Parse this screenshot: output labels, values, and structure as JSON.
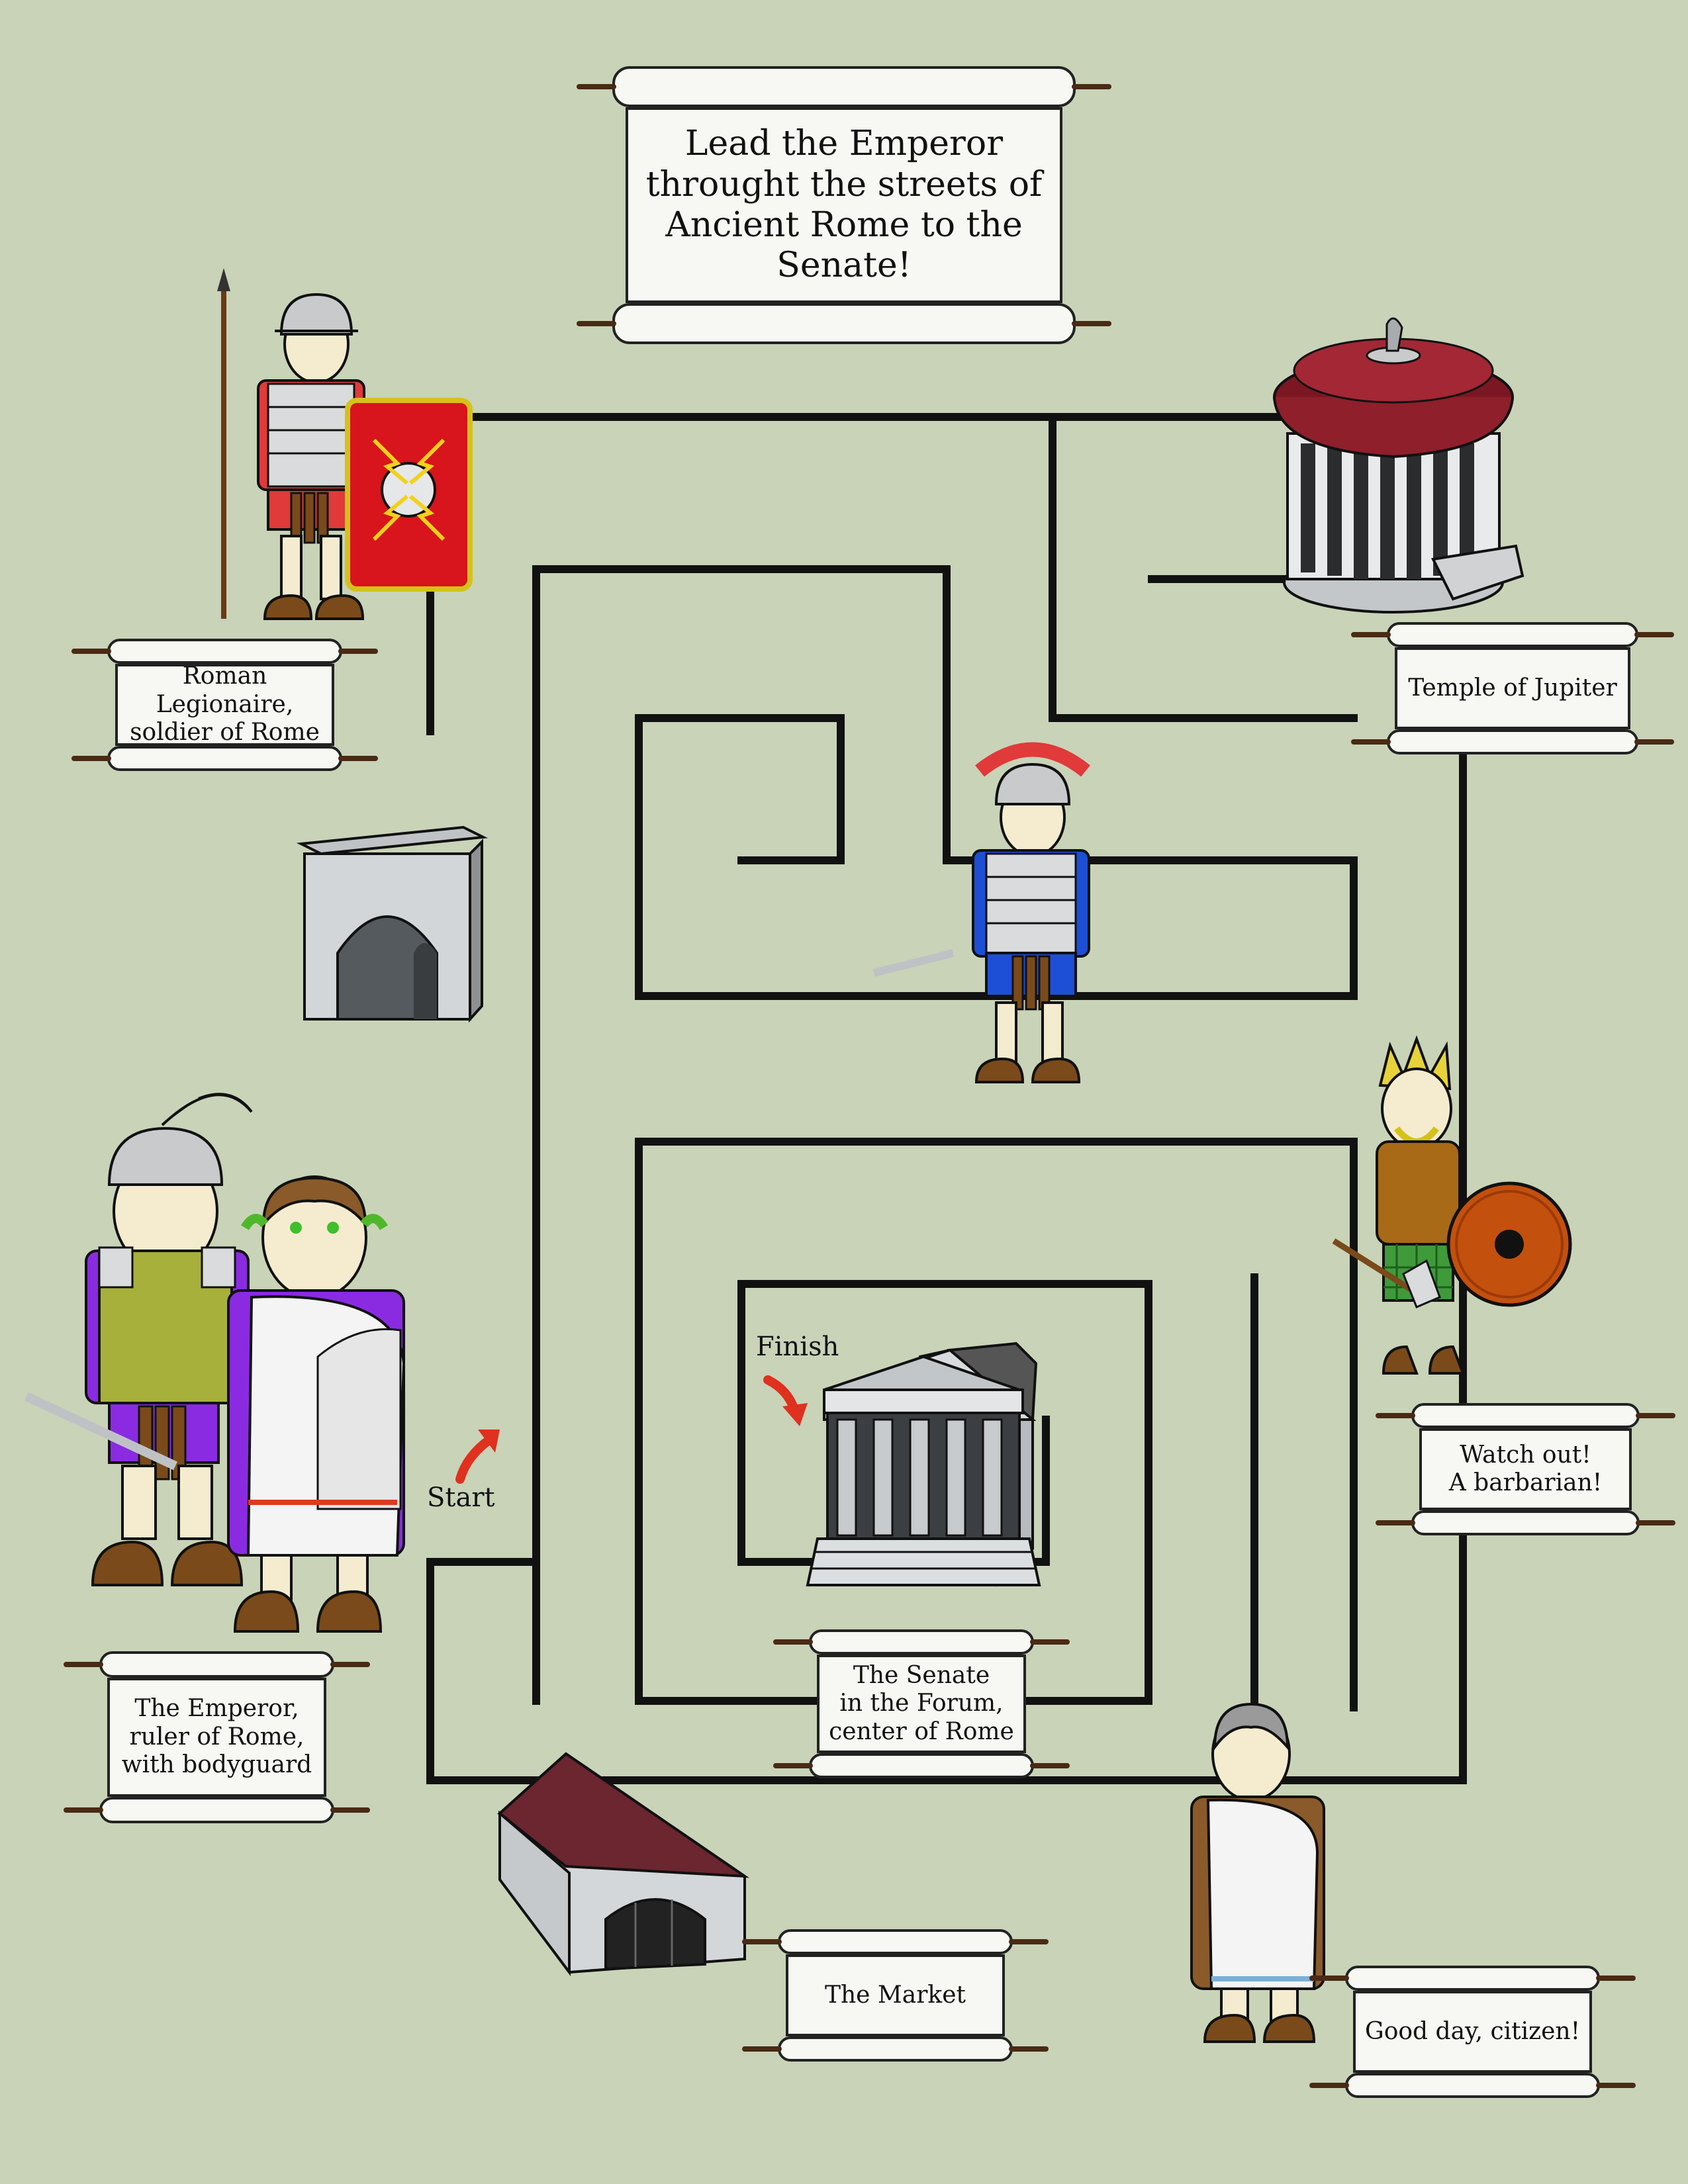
{
  "instructions": "Lead the Emperor\nthrought the streets of\nAncient Rome to the\nSenate!",
  "maze": {
    "start_label": "Start",
    "finish_label": "Finish"
  },
  "labels": {
    "legionaire": "Roman Legionaire,\nsoldier of Rome",
    "temple": "Temple of Jupiter",
    "emperor": "The Emperor,\nruler of Rome,\nwith bodyguard",
    "senate": "The Senate\nin the Forum,\ncenter of Rome",
    "barbarian": "Watch out!\nA barbarian!",
    "market": "The Market",
    "citizen": "Good day, citizen!"
  },
  "colors": {
    "background": "#c9d3b8",
    "maze_wall": "#111111",
    "arrow": "#e0301e",
    "temple_roof": "#8e1f2b",
    "market_roof": "#5a2028",
    "shield": "#d8141c",
    "tunic_red": "#e03a3a",
    "tunic_blue": "#1d4fd6",
    "emperor_toga_trim": "#e03a1e",
    "emperor_tunic": "#8a2be2",
    "bodyguard_armor": "#a7b03a",
    "barbarian_tunic": "#a86a16",
    "barbarian_trousers": "#3f9a3a"
  }
}
